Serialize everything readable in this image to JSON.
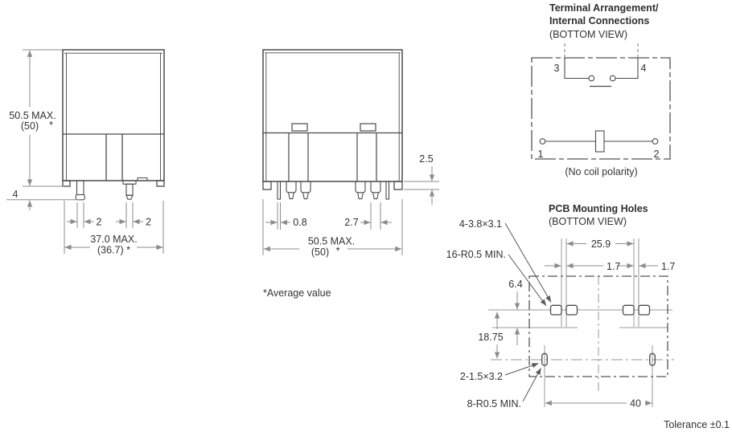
{
  "colors": {
    "outline": "#4a4a4a",
    "dimension_lines": "#8c8c8c",
    "text": "#333333",
    "background": "#ffffff"
  },
  "front_view": {
    "dim_height_line1": "50.5 MAX.",
    "dim_height_line2": "(50)",
    "dim_height_star": "*",
    "dim_pin_length": "4",
    "dim_pin_width_left": "2",
    "dim_pin_width_right": "2",
    "dim_width_line1": "37.0 MAX.",
    "dim_width_line2": "(36.7) *"
  },
  "side_view": {
    "dim_standoff": "2.5",
    "dim_pin_thin": "0.8",
    "dim_pin_wide": "2.7",
    "dim_width_line1": "50.5 MAX.",
    "dim_width_line2": "(50)",
    "dim_width_star": "*",
    "footnote": "*Average value"
  },
  "terminal_diagram": {
    "title_line1": "Terminal Arrangement/",
    "title_line2": "Internal Connections",
    "subtitle": "(BOTTOM VIEW)",
    "pin3": "3",
    "pin4": "4",
    "pin1": "1",
    "pin2": "2",
    "note": "(No coil polarity)"
  },
  "pcb_diagram": {
    "title": "PCB Mounting Holes",
    "subtitle": "(BOTTOM VIEW)",
    "callout_holes": "4-3.8×3.1",
    "callout_radius_top": "16-R0.5 MIN.",
    "dim_pitch": "25.9",
    "dim_gap_left": "1.7",
    "dim_gap_right": "1.7",
    "dim_offset": "6.4",
    "dim_row_spacing": "18.75",
    "callout_slots": "2-1.5×3.2",
    "callout_radius_bottom": "8-R0.5 MIN.",
    "dim_slot_pitch": "40"
  },
  "footer": {
    "tolerance": "Tolerance ±0.1"
  }
}
